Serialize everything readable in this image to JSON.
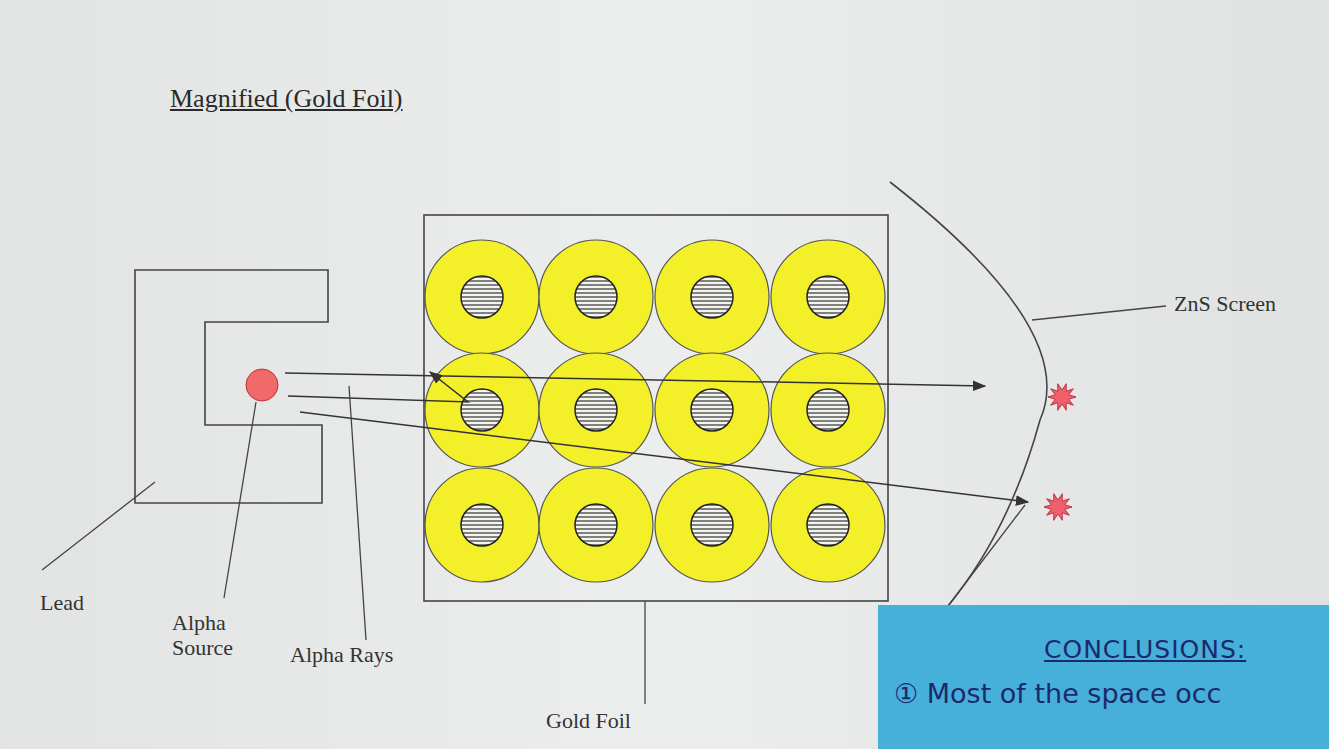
{
  "diagram": {
    "title": "Magnified (Gold Foil)",
    "nodes": [
      {
        "text": [
          "CONCLUSIONS:",
          "① Most of the space occ"
        ]
      }
    ],
    "labels": [
      "ZnS Screen",
      "Lead",
      "Alpha Source",
      "Alpha Rays",
      "Gold Foil"
    ]
  }
}
